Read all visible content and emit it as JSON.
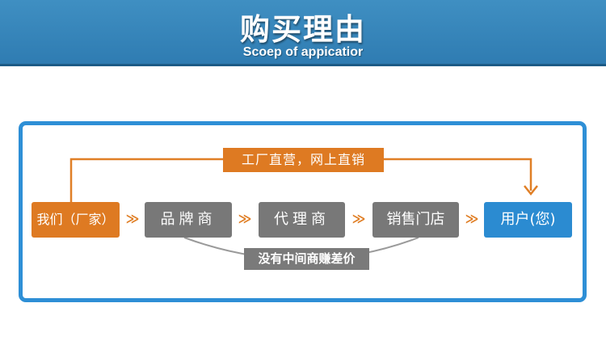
{
  "header": {
    "title": "购买理由",
    "subtitle": "Scoep of appicatior"
  },
  "diagram": {
    "direct_label": "工厂直营，网上直销",
    "middle_label": "没有中间商赚差价",
    "nodes": {
      "factory": "我们（厂家）",
      "brand": "品牌商",
      "agent": "代理商",
      "store": "销售门店",
      "user": "用户(您)"
    },
    "arrow_glyph": "≫",
    "colors": {
      "header": "#3a8bc0",
      "frame": "#2e8fd6",
      "orange": "#de7a22",
      "gray": "#787878",
      "blue": "#2b8bd1"
    }
  }
}
